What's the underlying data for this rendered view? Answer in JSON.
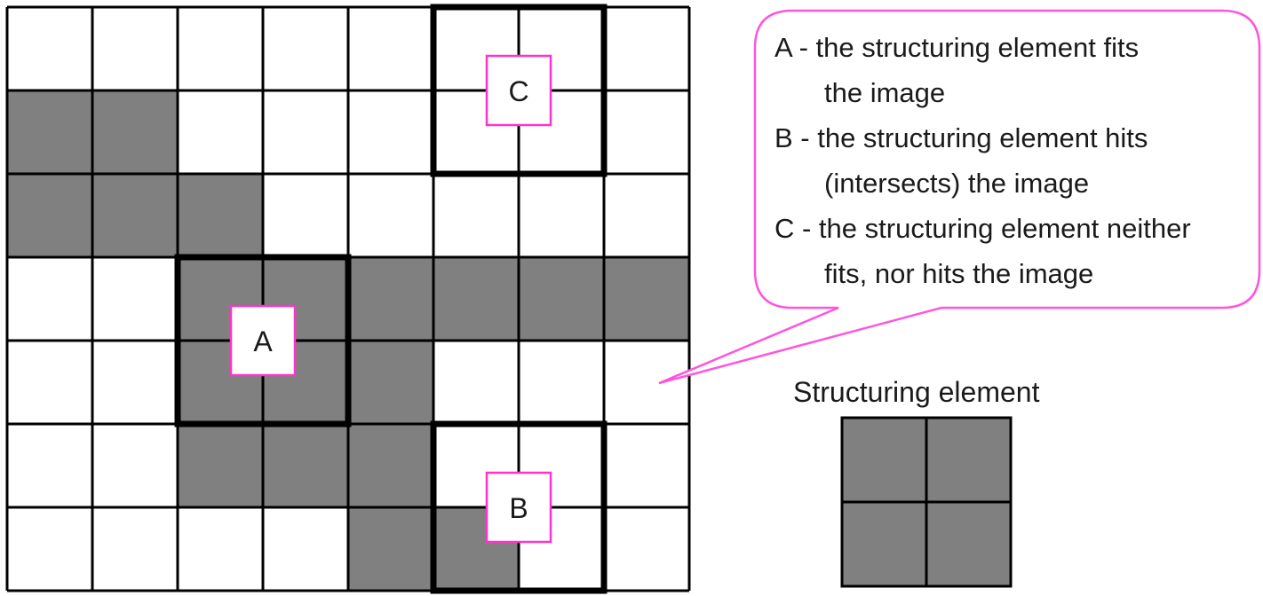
{
  "image_grid": {
    "rows": 7,
    "cols": 8,
    "foreground_cells": [
      [
        1,
        0
      ],
      [
        1,
        1
      ],
      [
        2,
        0
      ],
      [
        2,
        1
      ],
      [
        2,
        2
      ],
      [
        3,
        2
      ],
      [
        3,
        3
      ],
      [
        3,
        4
      ],
      [
        3,
        5
      ],
      [
        3,
        6
      ],
      [
        3,
        7
      ],
      [
        4,
        2
      ],
      [
        4,
        3
      ],
      [
        4,
        4
      ],
      [
        5,
        2
      ],
      [
        5,
        3
      ],
      [
        5,
        4
      ],
      [
        6,
        4
      ],
      [
        6,
        5
      ]
    ]
  },
  "probes": [
    {
      "label": "A",
      "row": 3,
      "col": 2,
      "size": 2
    },
    {
      "label": "B",
      "row": 5,
      "col": 5,
      "size": 2
    },
    {
      "label": "C",
      "row": 0,
      "col": 5,
      "size": 2
    }
  ],
  "callout": {
    "lines": [
      {
        "text": "A - the structuring element fits",
        "indent": false
      },
      {
        "text": "the image",
        "indent": true
      },
      {
        "text": "B - the structuring element hits",
        "indent": false
      },
      {
        "text": "(intersects) the image",
        "indent": true
      },
      {
        "text": "C - the structuring element neither",
        "indent": false
      },
      {
        "text": "fits, nor hits the image",
        "indent": true
      }
    ]
  },
  "structuring_element": {
    "title": "Structuring element",
    "rows": 2,
    "cols": 2
  },
  "colors": {
    "foreground": "#808080",
    "background": "#ffffff",
    "grid_line": "#000000",
    "label_border": "#ff33cc",
    "callout_border": "#ff55dd"
  }
}
